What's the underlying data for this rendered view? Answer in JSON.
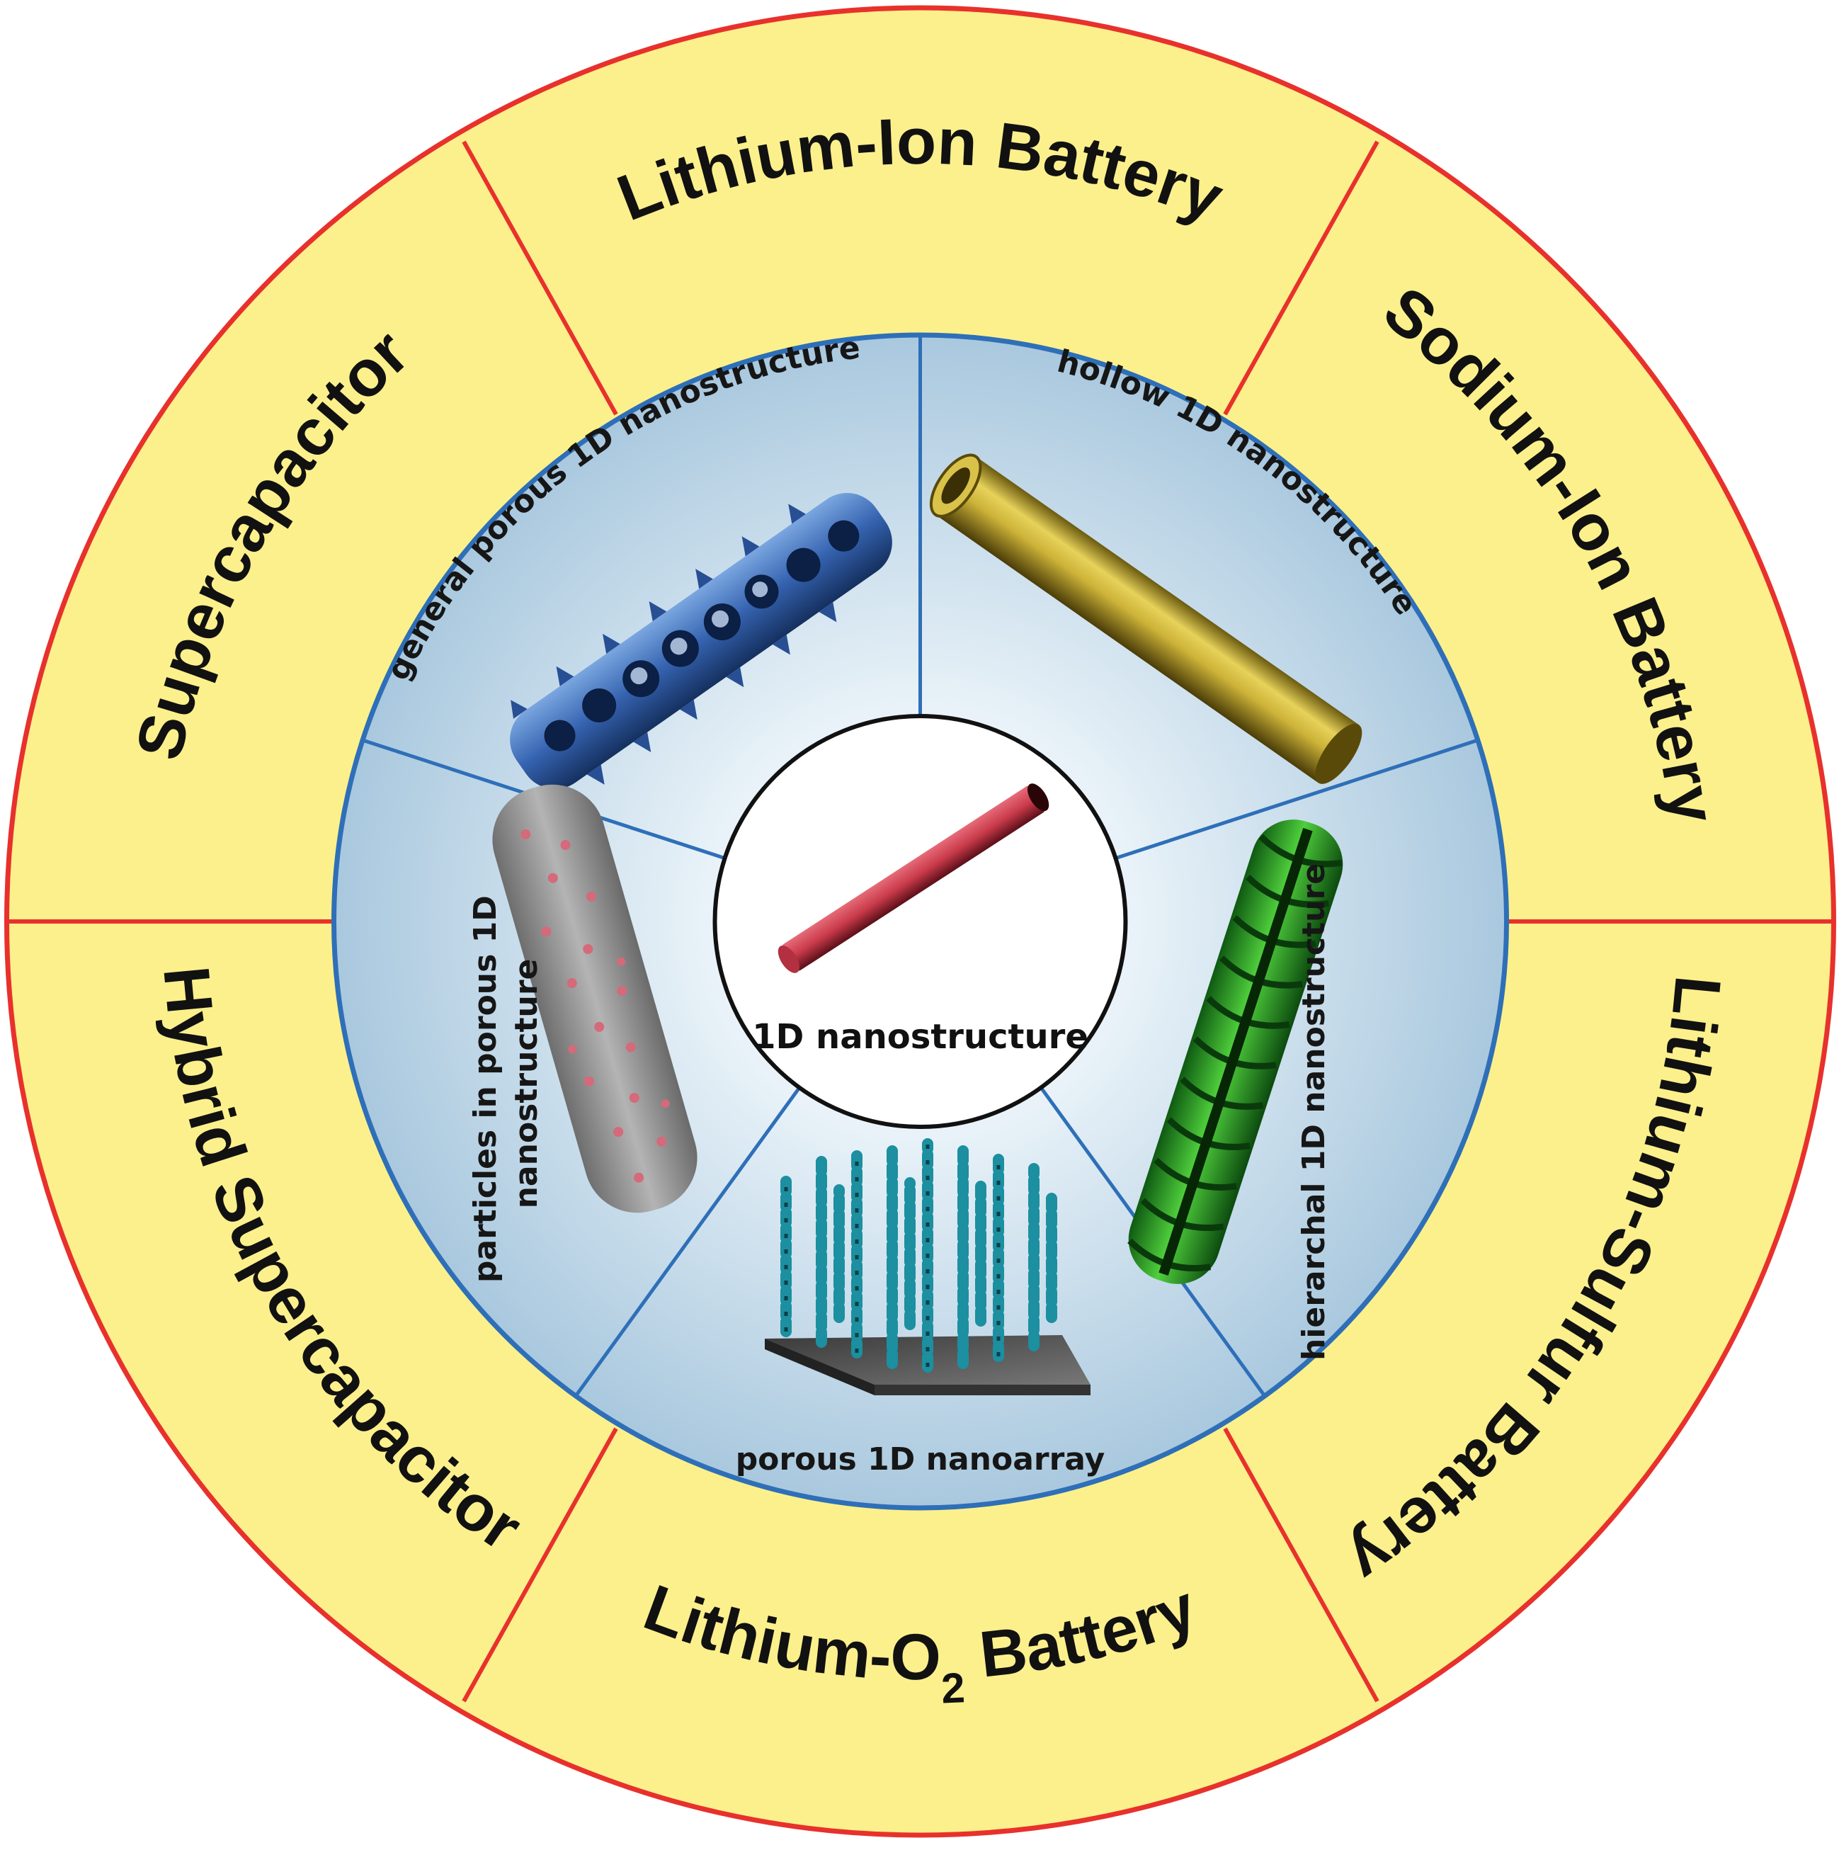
{
  "center": {
    "label": "1D nanostructure"
  },
  "applications": [
    {
      "label": "Lithium-Ion Battery"
    },
    {
      "label": "Sodium-Ion Battery"
    },
    {
      "label": "Lithium-Sulfur Battery"
    },
    {
      "prefix": "Lithium-O",
      "subscript": "2",
      "suffix": " Battery"
    },
    {
      "label": "Hybrid Supercapacitor"
    },
    {
      "label": "Supercapacitor"
    }
  ],
  "structures": [
    {
      "label": "general porous 1D nanostructure"
    },
    {
      "label": "hollow 1D nanostructure"
    },
    {
      "label": "hierarchal 1D nanostructure"
    },
    {
      "label": "porous 1D nanoarray"
    },
    {
      "line1": "particles in porous 1D",
      "line2": "nanostructure"
    }
  ],
  "colors": {
    "outer_ring": "#FCF08C",
    "ring_border": "#E8312C",
    "inner_disc": "#BFD8E8",
    "inner_border": "#2E6FB8",
    "center_tube": "#D94A5A"
  }
}
